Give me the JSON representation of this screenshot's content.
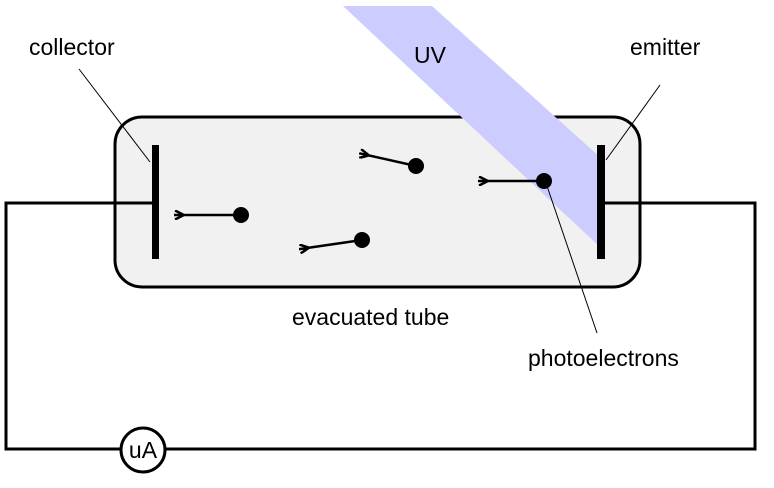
{
  "labels": {
    "collector": "collector",
    "emitter": "emitter",
    "uv": "UV",
    "tube": "evacuated tube",
    "photoelectrons": "photoelectrons",
    "meter": "uA"
  },
  "colors": {
    "uv_beam": "#ccccff",
    "tube_fill": "#f1f1f1",
    "lines": "#000000"
  }
}
